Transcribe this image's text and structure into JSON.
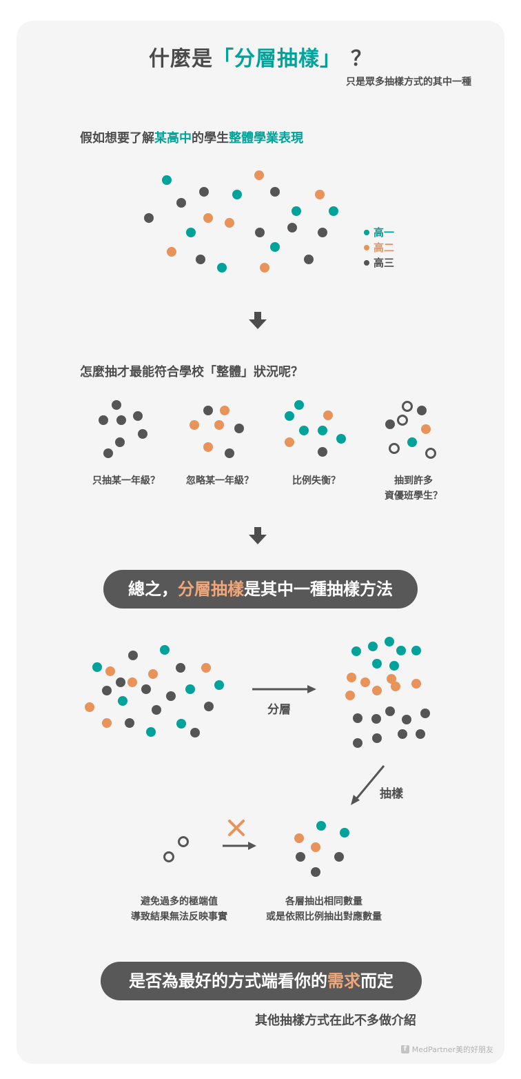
{
  "title": {
    "prefix": "什麼是",
    "highlight": "「分層抽樣」",
    "suffix": "？"
  },
  "subtitle": "只是眾多抽樣方式的其中一種",
  "question1": {
    "part1": "假如想要了解",
    "school": "某高中",
    "part2": "的學生",
    "focus": "整體學業表現"
  },
  "legend": [
    {
      "label": "高一",
      "color": "#00a29a"
    },
    {
      "label": "高二",
      "color": "#e8935a"
    },
    {
      "label": "高三",
      "color": "#555555"
    }
  ],
  "question2": "怎麼抽才最能符合學校「整體」狀況呢？",
  "problem_captions": [
    {
      "line1": "只抽某一年級？",
      "line2": ""
    },
    {
      "line1": "忽略某一年級？",
      "line2": ""
    },
    {
      "line1": "比例失衡？",
      "line2": ""
    },
    {
      "line1": "抽到許多",
      "line2": "資優班學生？"
    }
  ],
  "summary": {
    "prefix": "總之，",
    "highlight": "分層抽樣",
    "suffix": "是其中一種抽樣方法"
  },
  "step_labels": {
    "stratify": "分層",
    "sample": "抽樣"
  },
  "result_captions": {
    "avoid_line1": "避免過多的極端值",
    "avoid_line2": "導致結果無法反映事實",
    "method_line1": "各層抽出相同數量",
    "method_line2": "或是依照比例抽出對應數量"
  },
  "conclusion": {
    "prefix": "是否為最好的方式端看你的",
    "highlight": "需求",
    "suffix": "而定"
  },
  "final_note": "其他抽樣方式在此不多做介紹",
  "footer": {
    "icon": "facebook-icon",
    "text": "MedPartner美的好朋友"
  },
  "colors": {
    "teal": "#00a29a",
    "orange": "#e8935a",
    "gray": "#555555",
    "outline": "#555555"
  }
}
